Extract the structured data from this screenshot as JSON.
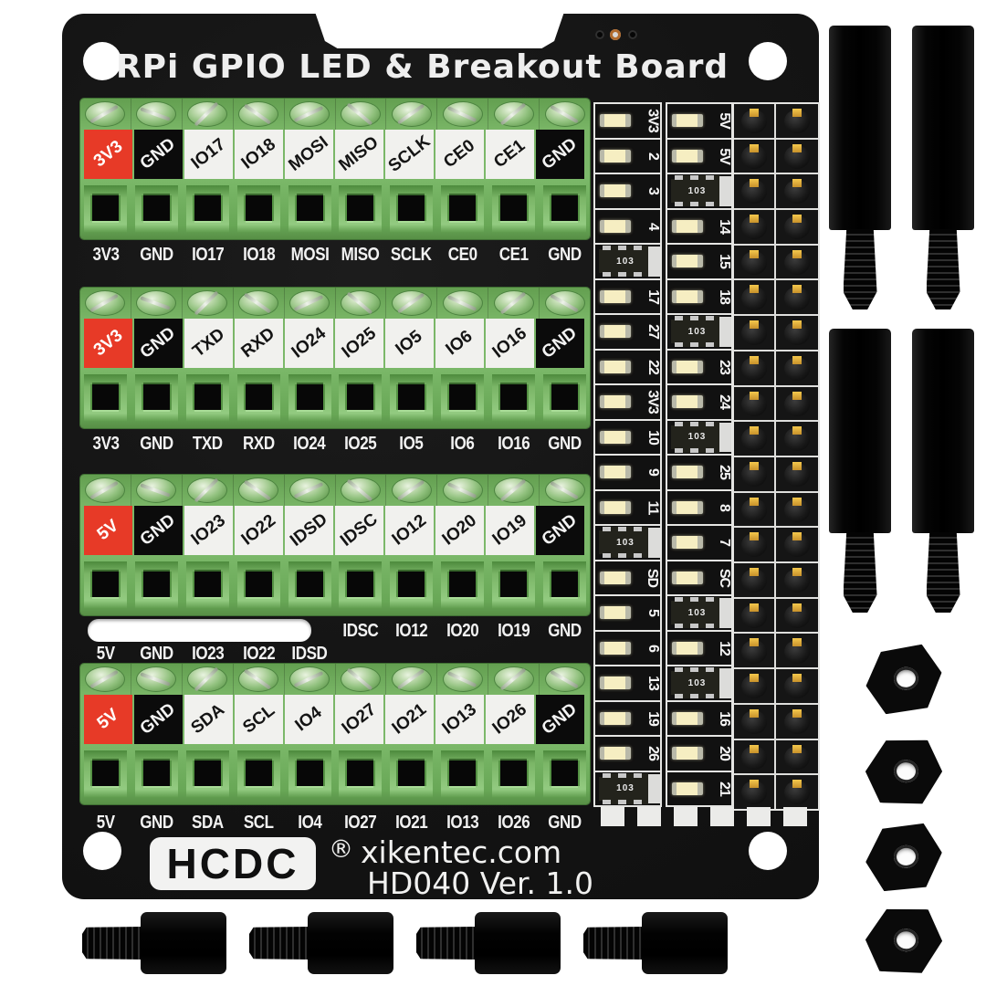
{
  "product": {
    "title": "RPi GPIO LED & Breakout Board",
    "brand": "HCDC",
    "registered": "®",
    "website": "xikentec.com",
    "model": "HD040 Ver. 1.0"
  },
  "colors": {
    "pcb": "#151515",
    "terminal_green": "#74b161",
    "sticker_red": "#e73a27",
    "sticker_white": "#f1f1ee",
    "sticker_black": "#0b0b0b",
    "silkscreen": "#e9e9e9",
    "led_yellow": "#f6eec2",
    "pin_gold": "#e0a93e"
  },
  "terminal_blocks": [
    {
      "stickers": [
        "3V3",
        "GND",
        "IO17",
        "IO18",
        "MOSI",
        "MISO",
        "SCLK",
        "CE0",
        "CE1",
        "GND"
      ],
      "sticker_colors": [
        "red",
        "black",
        "white",
        "white",
        "white",
        "white",
        "white",
        "white",
        "white",
        "black"
      ],
      "printed": [
        "3V3",
        "GND",
        "IO17",
        "IO18",
        "MOSI",
        "MISO",
        "SCLK",
        "CE0",
        "CE1",
        "GND"
      ]
    },
    {
      "stickers": [
        "3V3",
        "GND",
        "TXD",
        "RXD",
        "IO24",
        "IO25",
        "IO5",
        "IO6",
        "IO16",
        "GND"
      ],
      "sticker_colors": [
        "red",
        "black",
        "white",
        "white",
        "white",
        "white",
        "white",
        "white",
        "white",
        "black"
      ],
      "printed": [
        "3V3",
        "GND",
        "TXD",
        "RXD",
        "IO24",
        "IO25",
        "IO5",
        "IO6",
        "IO16",
        "GND"
      ]
    },
    {
      "stickers": [
        "5V",
        "GND",
        "IO23",
        "IO22",
        "IDSD",
        "IDSC",
        "IO12",
        "IO20",
        "IO19",
        "GND"
      ],
      "sticker_colors": [
        "red",
        "black",
        "white",
        "white",
        "white",
        "white",
        "white",
        "white",
        "white",
        "black"
      ],
      "printed": [
        "5V",
        "GND",
        "IO23",
        "IO22",
        "IDSD",
        "IDSC",
        "IO12",
        "IO20",
        "IO19",
        "GND"
      ]
    },
    {
      "stickers": [
        "5V",
        "GND",
        "SDA",
        "SCL",
        "IO4",
        "IO27",
        "IO21",
        "IO13",
        "IO26",
        "GND"
      ],
      "sticker_colors": [
        "red",
        "black",
        "white",
        "white",
        "white",
        "white",
        "white",
        "white",
        "white",
        "black"
      ],
      "printed": [
        "5V",
        "GND",
        "SDA",
        "SCL",
        "IO4",
        "IO27",
        "IO21",
        "IO13",
        "IO26",
        "GND"
      ]
    }
  ],
  "led_panel": {
    "rows": [
      {
        "l": [
          "led",
          "3V3"
        ],
        "r": [
          "led",
          "5V"
        ]
      },
      {
        "l": [
          "led",
          "2"
        ],
        "r": [
          "led",
          "5V"
        ]
      },
      {
        "l": [
          "led",
          "3"
        ],
        "r": [
          "res",
          "103"
        ]
      },
      {
        "l": [
          "led",
          "4"
        ],
        "r": [
          "led",
          "14"
        ]
      },
      {
        "l": [
          "res",
          "103"
        ],
        "r": [
          "led",
          "15"
        ]
      },
      {
        "l": [
          "led",
          "17"
        ],
        "r": [
          "led",
          "18"
        ]
      },
      {
        "l": [
          "led",
          "27"
        ],
        "r": [
          "res",
          "103"
        ]
      },
      {
        "l": [
          "led",
          "22"
        ],
        "r": [
          "led",
          "23"
        ]
      },
      {
        "l": [
          "led",
          "3V3"
        ],
        "r": [
          "led",
          "24"
        ]
      },
      {
        "l": [
          "led",
          "10"
        ],
        "r": [
          "res",
          "103"
        ]
      },
      {
        "l": [
          "led",
          "9"
        ],
        "r": [
          "led",
          "25"
        ]
      },
      {
        "l": [
          "led",
          "11"
        ],
        "r": [
          "led",
          "8"
        ]
      },
      {
        "l": [
          "res",
          "103"
        ],
        "r": [
          "led",
          "7"
        ]
      },
      {
        "l": [
          "led",
          "SD"
        ],
        "r": [
          "led",
          "SC"
        ]
      },
      {
        "l": [
          "led",
          "5"
        ],
        "r": [
          "res",
          "103"
        ]
      },
      {
        "l": [
          "led",
          "6"
        ],
        "r": [
          "led",
          "12"
        ]
      },
      {
        "l": [
          "led",
          "13"
        ],
        "r": [
          "res",
          "103"
        ]
      },
      {
        "l": [
          "led",
          "19"
        ],
        "r": [
          "led",
          "16"
        ]
      },
      {
        "l": [
          "led",
          "26"
        ],
        "r": [
          "led",
          "20"
        ]
      },
      {
        "l": [
          "res",
          "103"
        ],
        "r": [
          "led",
          "21"
        ]
      }
    ]
  },
  "gpio_header": {
    "rows": 20,
    "columns": 2
  },
  "hardware": {
    "vertical_standoffs": 4,
    "hex_nuts": 4,
    "screw_standoffs": 4
  }
}
